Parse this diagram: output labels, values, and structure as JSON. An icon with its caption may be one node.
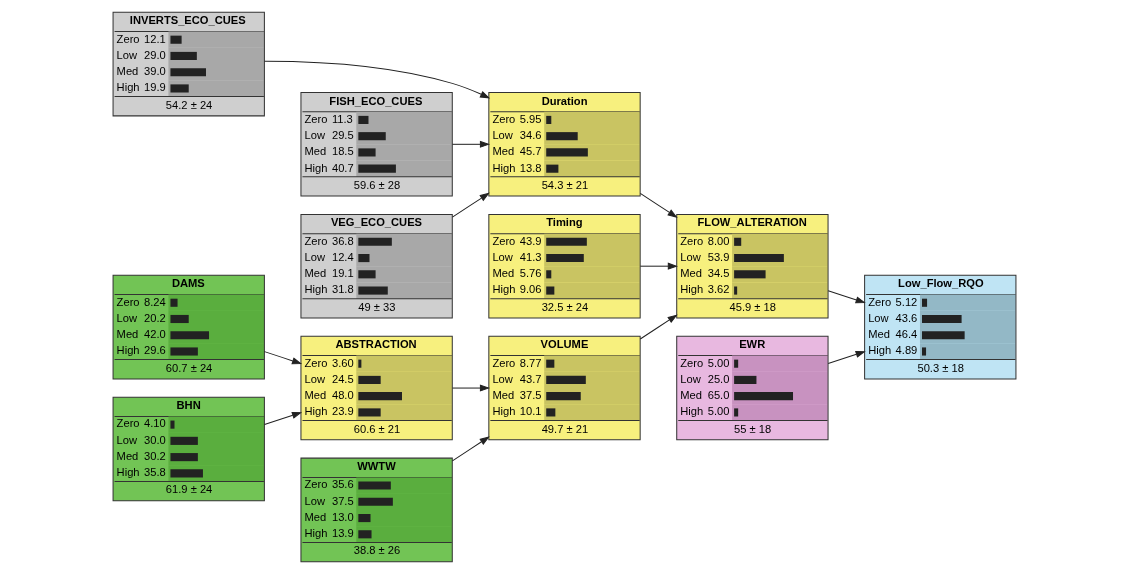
{
  "diagram": {
    "nodes": [
      {
        "text": [
          "INVERTS_ECO_CUES",
          "Zero",
          "12.1",
          "Low",
          "29.0",
          "Med",
          "39.0",
          "High",
          "19.9",
          "54.2 ± 24"
        ]
      },
      {
        "text": [
          "DAMS",
          "Zero",
          "8.24",
          "Low",
          "20.2",
          "Med",
          "42.0",
          "High",
          "29.6",
          "60.7 ± 24"
        ]
      },
      {
        "text": [
          "BHN",
          "Zero",
          "4.10",
          "Low",
          "30.0",
          "Med",
          "30.2",
          "High",
          "35.8",
          "61.9 ± 24"
        ]
      },
      {
        "text": [
          "FISH_ECO_CUES",
          "Zero",
          "11.3",
          "Low",
          "29.5",
          "Med",
          "18.5",
          "High",
          "40.7",
          "59.6 ± 28"
        ]
      },
      {
        "text": [
          "VEG_ECO_CUES",
          "Zero",
          "36.8",
          "Low",
          "12.4",
          "Med",
          "19.1",
          "High",
          "31.8",
          "49 ± 33"
        ]
      },
      {
        "text": [
          "ABSTRACTION",
          "Zero",
          "3.60",
          "Low",
          "24.5",
          "Med",
          "48.0",
          "High",
          "23.9",
          "60.6 ± 21"
        ]
      },
      {
        "text": [
          "WWTW",
          "Zero",
          "35.6",
          "Low",
          "37.5",
          "Med",
          "13.0",
          "High",
          "13.9",
          "38.8 ± 26"
        ]
      },
      {
        "text": [
          "Duration",
          "Zero",
          "5.95",
          "Low",
          "34.6",
          "Med",
          "45.7",
          "High",
          "13.8",
          "54.3 ± 21"
        ]
      },
      {
        "text": [
          "Timing",
          "Zero",
          "43.9",
          "Low",
          "41.3",
          "Med",
          "5.76",
          "High",
          "9.06",
          "32.5 ± 24"
        ]
      },
      {
        "text": [
          "VOLUME",
          "Zero",
          "8.77",
          "Low",
          "43.7",
          "Med",
          "37.5",
          "High",
          "10.1",
          "49.7 ± 21"
        ]
      },
      {
        "text": [
          "FLOW_ALTERATION",
          "Zero",
          "8.00",
          "Low",
          "53.9",
          "Med",
          "34.5",
          "High",
          "3.62",
          "45.9 ± 18"
        ]
      },
      {
        "text": [
          "EWR",
          "Zero",
          "5.00",
          "Low",
          "25.0",
          "Med",
          "65.0",
          "High",
          "5.00",
          "55 ± 18"
        ]
      },
      {
        "text": [
          "Low_Flow_RQO",
          "Zero",
          "5.12",
          "Low",
          "43.6",
          "Med",
          "46.4",
          "High",
          "4.89",
          "50.3 ± 18"
        ]
      }
    ],
    "edges": [
      {
        "from": 3,
        "to": 7,
        "arrow": "to"
      },
      {
        "from": 0,
        "to": 7,
        "arrow": "to"
      },
      {
        "from": 4,
        "to": 7,
        "arrow": "to"
      },
      {
        "from": 1,
        "to": 5,
        "arrow": "to"
      },
      {
        "from": 2,
        "to": 5,
        "arrow": "to"
      },
      {
        "from": 5,
        "to": 9,
        "arrow": "to"
      },
      {
        "from": 6,
        "to": 9,
        "arrow": "to"
      },
      {
        "from": 7,
        "to": 10,
        "arrow": "to"
      },
      {
        "from": 8,
        "to": 10,
        "arrow": "to"
      },
      {
        "from": 9,
        "to": 10,
        "arrow": "to"
      },
      {
        "from": 10,
        "to": 12,
        "arrow": "to"
      },
      {
        "from": 11,
        "to": 12,
        "arrow": "to"
      }
    ]
  }
}
